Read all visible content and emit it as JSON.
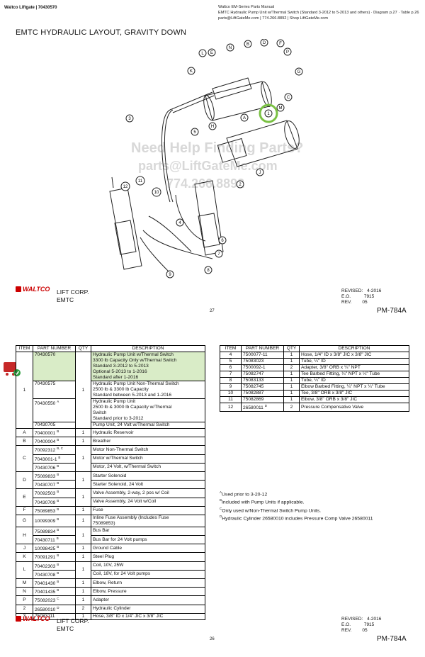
{
  "header": {
    "left": "Waltco Liftgate | 70430570",
    "right_lines": [
      "Waltco EM-Series Parts Manual",
      "EMTC Hydraulic Pump Unit w/Thermal Switch (Standard 3-2012 to 5-2013 and others) · Diagram p.27 · Table p.26",
      "parts@LiftGateMe.com | 774.266.8892 | Shop LiftGateMe.com"
    ]
  },
  "page_title": "EMTC  HYDRAULIC LAYOUT, GRAVITY DOWN",
  "callouts": [
    "L",
    "E",
    "N",
    "B",
    "D",
    "F",
    "P",
    "K",
    "G",
    "C",
    "M",
    "1",
    "3",
    "5",
    "A",
    "H",
    "J",
    "2",
    "12",
    "11",
    "10",
    "4",
    "6",
    "7",
    "8",
    "9"
  ],
  "watermark": {
    "line1": "Need Help Finding Parts?",
    "line2": "parts@LiftGateMe.com",
    "line3": "774.266.8892"
  },
  "footer_top": {
    "brand": "WALTCO",
    "company": "LIFT CORP.",
    "model": "EMTC",
    "revised_label": "REVISED:",
    "revised": "4-2016",
    "eo_label": "E.O.",
    "eo": "7915",
    "rev_label": "REV.",
    "rev": "05",
    "page": "27",
    "pm": "PM-784A"
  },
  "footer_bottom": {
    "brand": "WALTCO",
    "company": "LIFT CORP.",
    "model": "EMTC",
    "revised_label": "REVISED:",
    "revised": "4-2016",
    "eo_label": "E.O.",
    "eo": "7915",
    "rev_label": "REV.",
    "rev": "05",
    "page": "26",
    "pm": "PM-784A"
  },
  "table_headers": [
    "ITEM",
    "PART NUMBER",
    "QTY",
    "DESCRIPTION"
  ],
  "left_table": {
    "item1": {
      "item": "1",
      "qty": "1",
      "highlight_part": "70430570",
      "highlight_desc": [
        "Hydraulic Pump Unit w/Thermal Switch",
        "3300 lb Capacity Only w/Thermal Switch",
        "Standard 3-2012 to 5-2013",
        "Optional 5-2013 to 1-2016",
        "Standard after 1-2016"
      ],
      "p2": "70430575",
      "d2": [
        "Hydraulic Pump Unit Non-Thermal Switch",
        "2500 lb & 3300 lb Capacity",
        "Standard between 5-2013 and 1-2016"
      ],
      "p3": "70430550",
      "p3_sup": "A",
      "d3": [
        "Hydraulic Pump Unit",
        "2500 lb & 3000 lb Capacity w/Thermal",
        "Switch",
        "Standard prior to 3-2012"
      ],
      "p4": "70430705",
      "d4": "Pump Unit, 24 Volt w/Thermal Switch"
    },
    "rows": [
      {
        "item": "A",
        "parts": [
          {
            "p": "70400001",
            "s": "B"
          }
        ],
        "qty": "1",
        "desc": [
          "Hydraulic Reservoir"
        ]
      },
      {
        "item": "B",
        "parts": [
          {
            "p": "70400004",
            "s": "B"
          }
        ],
        "qty": "1",
        "desc": [
          "Breather"
        ]
      },
      {
        "item": "C",
        "parts": [
          {
            "p": "70092312",
            "s": "B, C"
          },
          {
            "p": "7043001-1",
            "s": "B"
          },
          {
            "p": "70430706",
            "s": "B"
          }
        ],
        "qty": "1",
        "desc": [
          "Motor Non-Thermal Switch",
          "Motor w/Thermal Switch",
          "Motor, 24 Volt, w/Thermal Switch"
        ]
      },
      {
        "item": "D",
        "parts": [
          {
            "p": "75089833",
            "s": "B"
          },
          {
            "p": "70430707",
            "s": "B"
          }
        ],
        "qty": "1",
        "desc": [
          "Starter Solenoid",
          "Starter Solenoid, 24 Volt"
        ]
      },
      {
        "item": "E",
        "parts": [
          {
            "p": "70092503",
            "s": "B"
          },
          {
            "p": "70430709",
            "s": "B"
          }
        ],
        "qty": "1",
        "desc": [
          "Valve Assembly, 2-way, 2 pos w/ Coil",
          "Valve Assembly, 24 Volt w/Coil"
        ]
      },
      {
        "item": "F",
        "parts": [
          {
            "p": "75089853",
            "s": "B"
          }
        ],
        "qty": "1",
        "desc": [
          "Fuse"
        ]
      },
      {
        "item": "G",
        "parts": [
          {
            "p": "10099309",
            "s": "B"
          }
        ],
        "qty": "1",
        "desc": [
          "Inline Fuse Assembly (Includes Fuse",
          "75089853)"
        ]
      },
      {
        "item": "H",
        "parts": [
          {
            "p": "75089834",
            "s": "B"
          },
          {
            "p": "70430711",
            "s": "B"
          }
        ],
        "qty": "1",
        "desc": [
          "Bus Bar",
          "Bus Bar for 24 Volt pumps"
        ]
      },
      {
        "item": "J",
        "parts": [
          {
            "p": "10098425",
            "s": "B"
          }
        ],
        "qty": "1",
        "desc": [
          "Ground Cable"
        ]
      },
      {
        "item": "K",
        "parts": [
          {
            "p": "70091291",
            "s": "B"
          }
        ],
        "qty": "1",
        "desc": [
          "Steel Plug"
        ]
      },
      {
        "item": "L",
        "parts": [
          {
            "p": "70402303",
            "s": "B"
          },
          {
            "p": "70430708",
            "s": "B"
          }
        ],
        "qty": "1",
        "desc": [
          "Coil, 10V, 25W",
          "Coil, 18V, for 24 Volt pumps"
        ]
      },
      {
        "item": "M",
        "parts": [
          {
            "p": "70401430",
            "s": "B"
          }
        ],
        "qty": "1",
        "desc": [
          "Elbow, Return"
        ]
      },
      {
        "item": "N",
        "parts": [
          {
            "p": "70401435",
            "s": "B"
          }
        ],
        "qty": "1",
        "desc": [
          "Elbow, Pressure"
        ]
      },
      {
        "item": "P",
        "parts": [
          {
            "p": "75082023",
            "s": "C"
          }
        ],
        "qty": "1",
        "desc": [
          "Adapter"
        ]
      },
      {
        "item": "2",
        "parts": [
          {
            "p": "26580010",
            "s": "D"
          }
        ],
        "qty": "2",
        "desc": [
          "Hydraulic Cylinder"
        ]
      },
      {
        "item": "3",
        "parts": [
          {
            "p": "75083111",
            "s": ""
          }
        ],
        "qty": "1",
        "desc": [
          "Hose, 3/8\" ID x 1/4\" JIC x 3/8\" JIC"
        ]
      }
    ]
  },
  "right_table": [
    {
      "item": "4",
      "part": "7500077-11",
      "sup": "",
      "qty": "1",
      "desc": "Hose, 1/4\" ID x 3/8\" JIC x 3/8\" JIC"
    },
    {
      "item": "5",
      "part": "75083023",
      "sup": "",
      "qty": "1",
      "desc": "Tube, ¼\" ID"
    },
    {
      "item": "6",
      "part": "7500092-1",
      "sup": "",
      "qty": "2",
      "desc": "Adapter, 3/8\" ORB x ¼\" NPT"
    },
    {
      "item": "7",
      "part": "75082747",
      "sup": "",
      "qty": "1",
      "desc": "Tee Barbed Fitting, ¼\" NPT x ¼\" Tube"
    },
    {
      "item": "8",
      "part": "75083133",
      "sup": "",
      "qty": "1",
      "desc": "Tube, ¼\" ID"
    },
    {
      "item": "9",
      "part": "75082745",
      "sup": "",
      "qty": "1",
      "desc": "Elbow Barbed Fitting, ¼\" NPT x ¼\" Tube"
    },
    {
      "item": "10",
      "part": "75082887",
      "sup": "",
      "qty": "1",
      "desc": "Tee, 3/8\" ORB x 3/8\" JIC"
    },
    {
      "item": "11",
      "part": "75082869",
      "sup": "",
      "qty": "1",
      "desc": "Elbow, 3/8\" ORB x 3/8\" JIC"
    },
    {
      "item": "12",
      "part": "26580011",
      "sup": "D",
      "qty": "2",
      "desc": "Pressure Compensative Valve"
    }
  ],
  "notes": [
    {
      "sup": "A",
      "text": "Used prior to 3-20-12"
    },
    {
      "sup": "B",
      "text": "Included with Pump Units if applicable."
    },
    {
      "sup": "C",
      "text": "Only used w/Non-Thermal Switch Pump Units."
    },
    {
      "sup": "D",
      "text": "Hydraulic Cylinder 26580010 includes Pressure Comp Valve 26580011"
    }
  ],
  "colors": {
    "brand": "#cc0000",
    "highlight": "#d9ecc7",
    "callout_ring": "#7ac143"
  }
}
